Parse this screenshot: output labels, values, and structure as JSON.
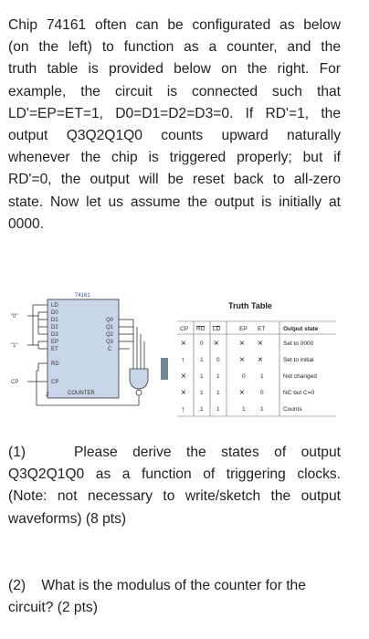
{
  "intro_lines": [
    "Chip 74161 often can be configurated as below",
    "(on the left) to function as a counter, and the",
    "truth table is provided below on the right. For",
    "example, the circuit is connected such that",
    "LD'=EP=ET=1, D0=D1=D2=D3=0. If RD'=1, the",
    "output Q3Q2Q1Q0 counts upward naturally",
    "whenever the chip is triggered properly; but if",
    "RD'=0, the output will be reset back to all-zero",
    "state. Now let us assume the output is initially at",
    "0000."
  ],
  "circuit": {
    "chip_name": "74161",
    "input_zero_label": "\"0\"",
    "input_one_label": "\"1\"",
    "clock_label": "CP",
    "left_pins": [
      "LD",
      "D0",
      "D1",
      "D2",
      "D3",
      "EP",
      "ET",
      "RD",
      "CP"
    ],
    "right_pins": [
      "Q0",
      "Q1",
      "Q2",
      "Q3",
      "C"
    ],
    "footer": "COUNTER",
    "footer_num": "2",
    "chip_color": "#c9d6ea",
    "gate_color": "#c9d6ea"
  },
  "truth_table": {
    "title": "Truth Table",
    "headers": [
      "CP",
      "RD",
      "LD",
      "EP",
      "ET",
      "Output state"
    ],
    "rows": [
      [
        "×",
        "0",
        "×",
        "×",
        "×",
        "Set to 0000"
      ],
      [
        "↑",
        "1",
        "0",
        "×",
        "×",
        "Set to initial"
      ],
      [
        "×",
        "1",
        "1",
        "0",
        "1",
        "Not changed"
      ],
      [
        "×",
        "1",
        "1",
        "×",
        "0",
        "NC but C=0"
      ],
      [
        "↑",
        "1",
        "1",
        "1",
        "1",
        "Counts"
      ]
    ]
  },
  "question1": {
    "number": "(1)",
    "lines": [
      "Please derive the states of output",
      "Q3Q2Q1Q0 as a function of triggering clocks.",
      "(Note: not necessary to write/sketch the output",
      "waveforms) (8 pts)"
    ]
  },
  "question2": {
    "lines": [
      "(2)    What is the modulus of the counter for the",
      "circuit? (2 pts)"
    ]
  }
}
